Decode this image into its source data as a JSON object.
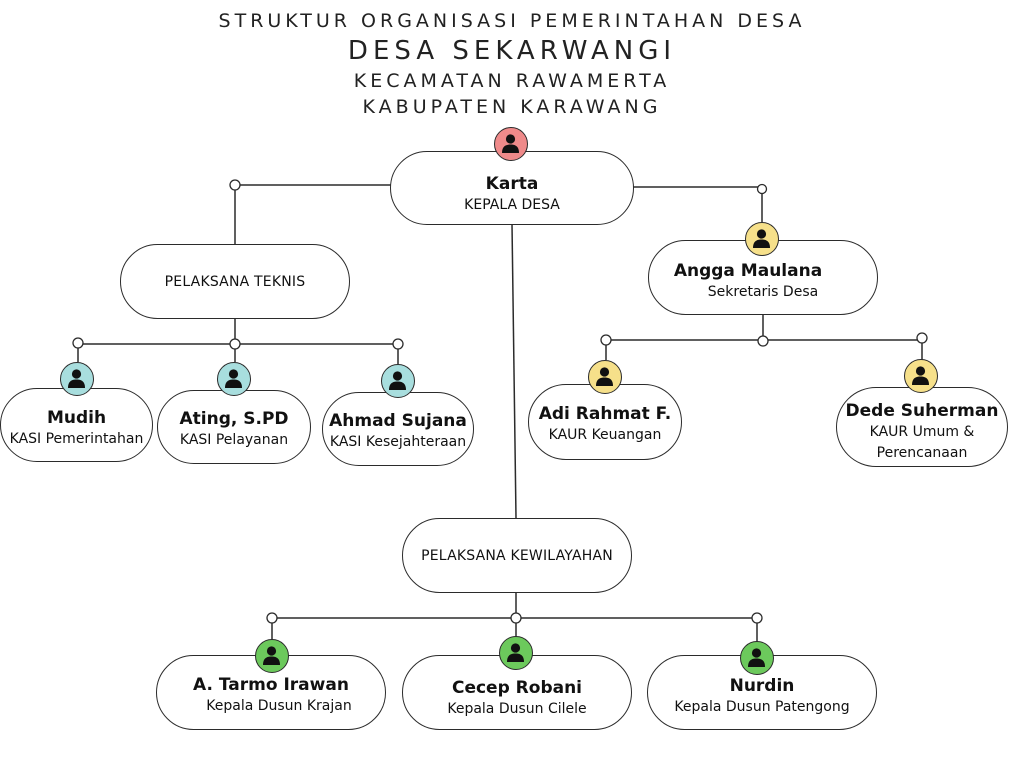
{
  "header": {
    "line1": "STRUKTUR ORGANISASI PEMERINTAHAN DESA",
    "line2": "DESA SEKARWANGI",
    "line3": "KECAMATAN RAWAMERTA",
    "line4": "KABUPATEN KARAWANG"
  },
  "colors": {
    "head": "#ef8a8a",
    "secretariat": "#f6e08a",
    "technical": "#a8dede",
    "regional": "#6cc95c",
    "line": "#2b2b2b"
  },
  "head": {
    "name": "Karta",
    "role": "KEPALA DESA",
    "icon": "person-icon"
  },
  "technical_group": {
    "label": "PELAKSANA TEKNIS"
  },
  "technical": [
    {
      "name": "Mudih",
      "role": "KASI Pemerintahan",
      "icon": "person-icon"
    },
    {
      "name": "Ating, S.PD",
      "role": "KASI Pelayanan",
      "icon": "person-icon"
    },
    {
      "name": "Ahmad Sujana",
      "role": "KASI Kesejahteraan",
      "icon": "person-icon"
    }
  ],
  "secretary": {
    "name": "Angga Maulana",
    "role": "Sekretaris Desa",
    "icon": "person-icon"
  },
  "kaur": [
    {
      "name": "Adi Rahmat F.",
      "role": "KAUR Keuangan",
      "icon": "person-icon"
    },
    {
      "name": "Dede Suherman",
      "role_line1": "KAUR Umum &",
      "role_line2": "Perencanaan",
      "icon": "person-icon"
    }
  ],
  "regional_group": {
    "label": "PELAKSANA KEWILAYAHAN"
  },
  "regional": [
    {
      "name": "A. Tarmo Irawan",
      "role": "Kepala Dusun Krajan",
      "icon": "person-icon"
    },
    {
      "name": "Cecep Robani",
      "role": "Kepala Dusun Cilele",
      "icon": "person-icon"
    },
    {
      "name": "Nurdin",
      "role": "Kepala Dusun Patengong",
      "icon": "person-icon"
    }
  ]
}
